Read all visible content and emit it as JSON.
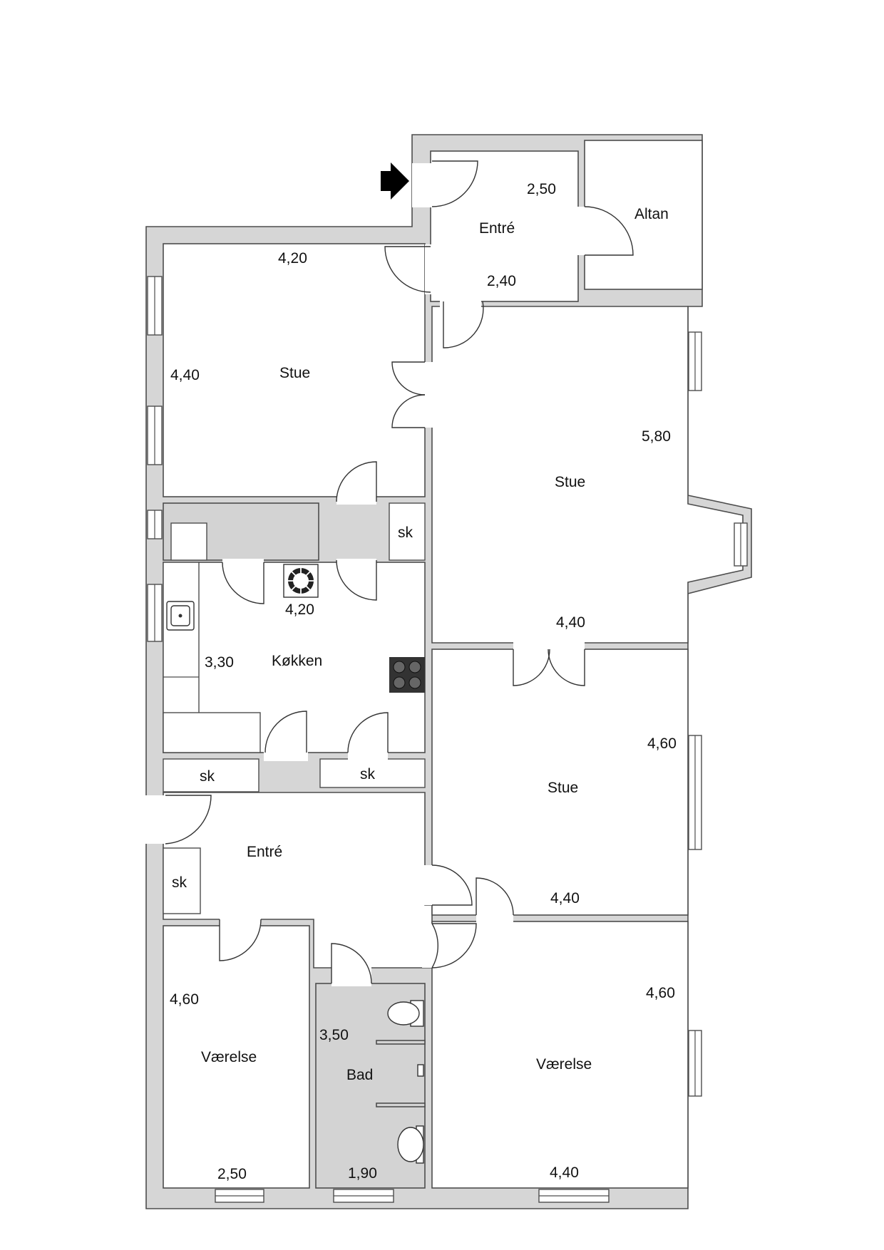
{
  "rooms": {
    "entre_top": "Entré",
    "altan": "Altan",
    "stue_nw": "Stue",
    "stue_ne": "Stue",
    "kokken": "Køkken",
    "entre_main": "Entré",
    "stue_e": "Stue",
    "vaerelse_sw": "Værelse",
    "bad": "Bad",
    "vaerelse_se": "Værelse",
    "sk_1": "sk",
    "sk_2": "sk",
    "sk_3": "sk",
    "sk_4": "sk"
  },
  "dimensions": {
    "entre_top_width": "2,50",
    "entre_top_depth": "2,40",
    "stue_nw_width": "4,20",
    "stue_nw_depth": "4,40",
    "stue_ne_depth": "5,80",
    "stue_ne_width": "4,40",
    "kokken_width": "4,20",
    "kokken_depth": "3,30",
    "stue_e_depth": "4,60",
    "stue_e_width": "4,40",
    "vaerelse_sw_depth": "4,60",
    "vaerelse_sw_width": "2,50",
    "bad_depth": "3,50",
    "bad_width": "1,90",
    "vaerelse_se_depth": "4,60",
    "vaerelse_se_width": "4,40"
  },
  "colors": {
    "wall_fill": "#d6d6d6",
    "wet_area_fill": "#d3d3d3",
    "line": "#4d4d4d"
  }
}
